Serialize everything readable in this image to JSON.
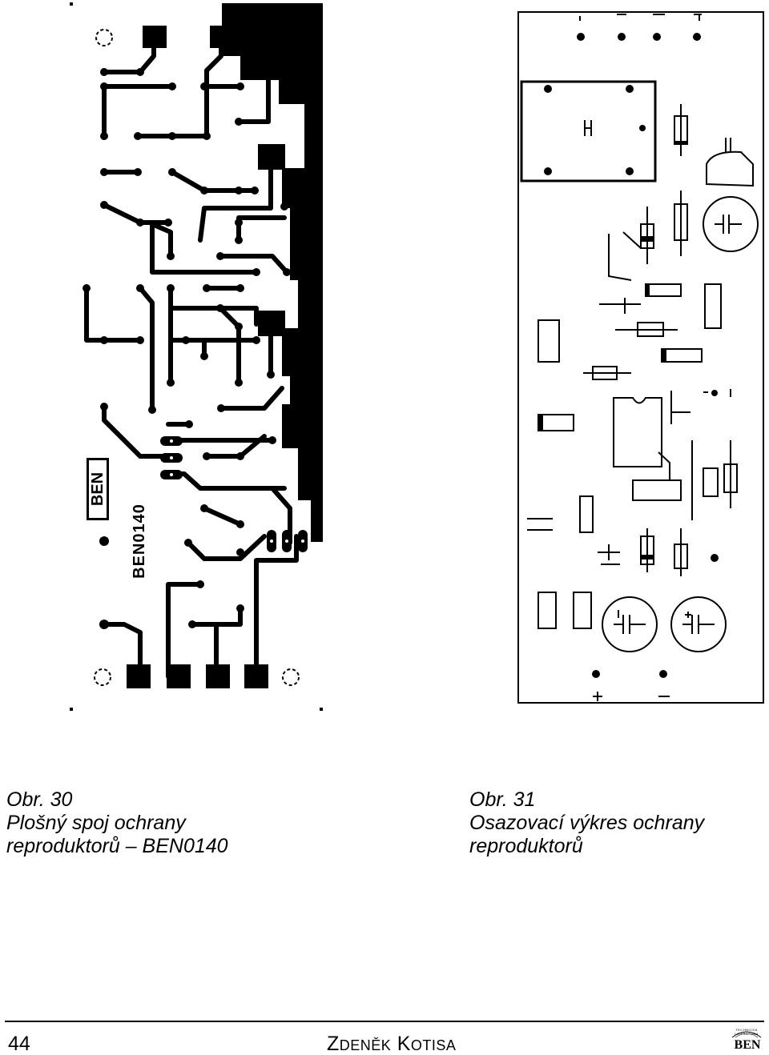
{
  "figure30": {
    "number": "Obr. 30",
    "line1": "Plošný spoj ochrany",
    "line2": "reproduktorů – BEN0140",
    "board_label": "BEN0140",
    "badge_label": "BEN"
  },
  "figure31": {
    "number": "Obr. 31",
    "line1": "Osazovací výkres ochrany",
    "line2": "reproduktorů"
  },
  "footer": {
    "page_number": "44",
    "author": "Zdeněk Kotisa",
    "publisher_logo": "BEN",
    "publisher_logo_arc": "TECHNICKÁ LITERATURA"
  }
}
